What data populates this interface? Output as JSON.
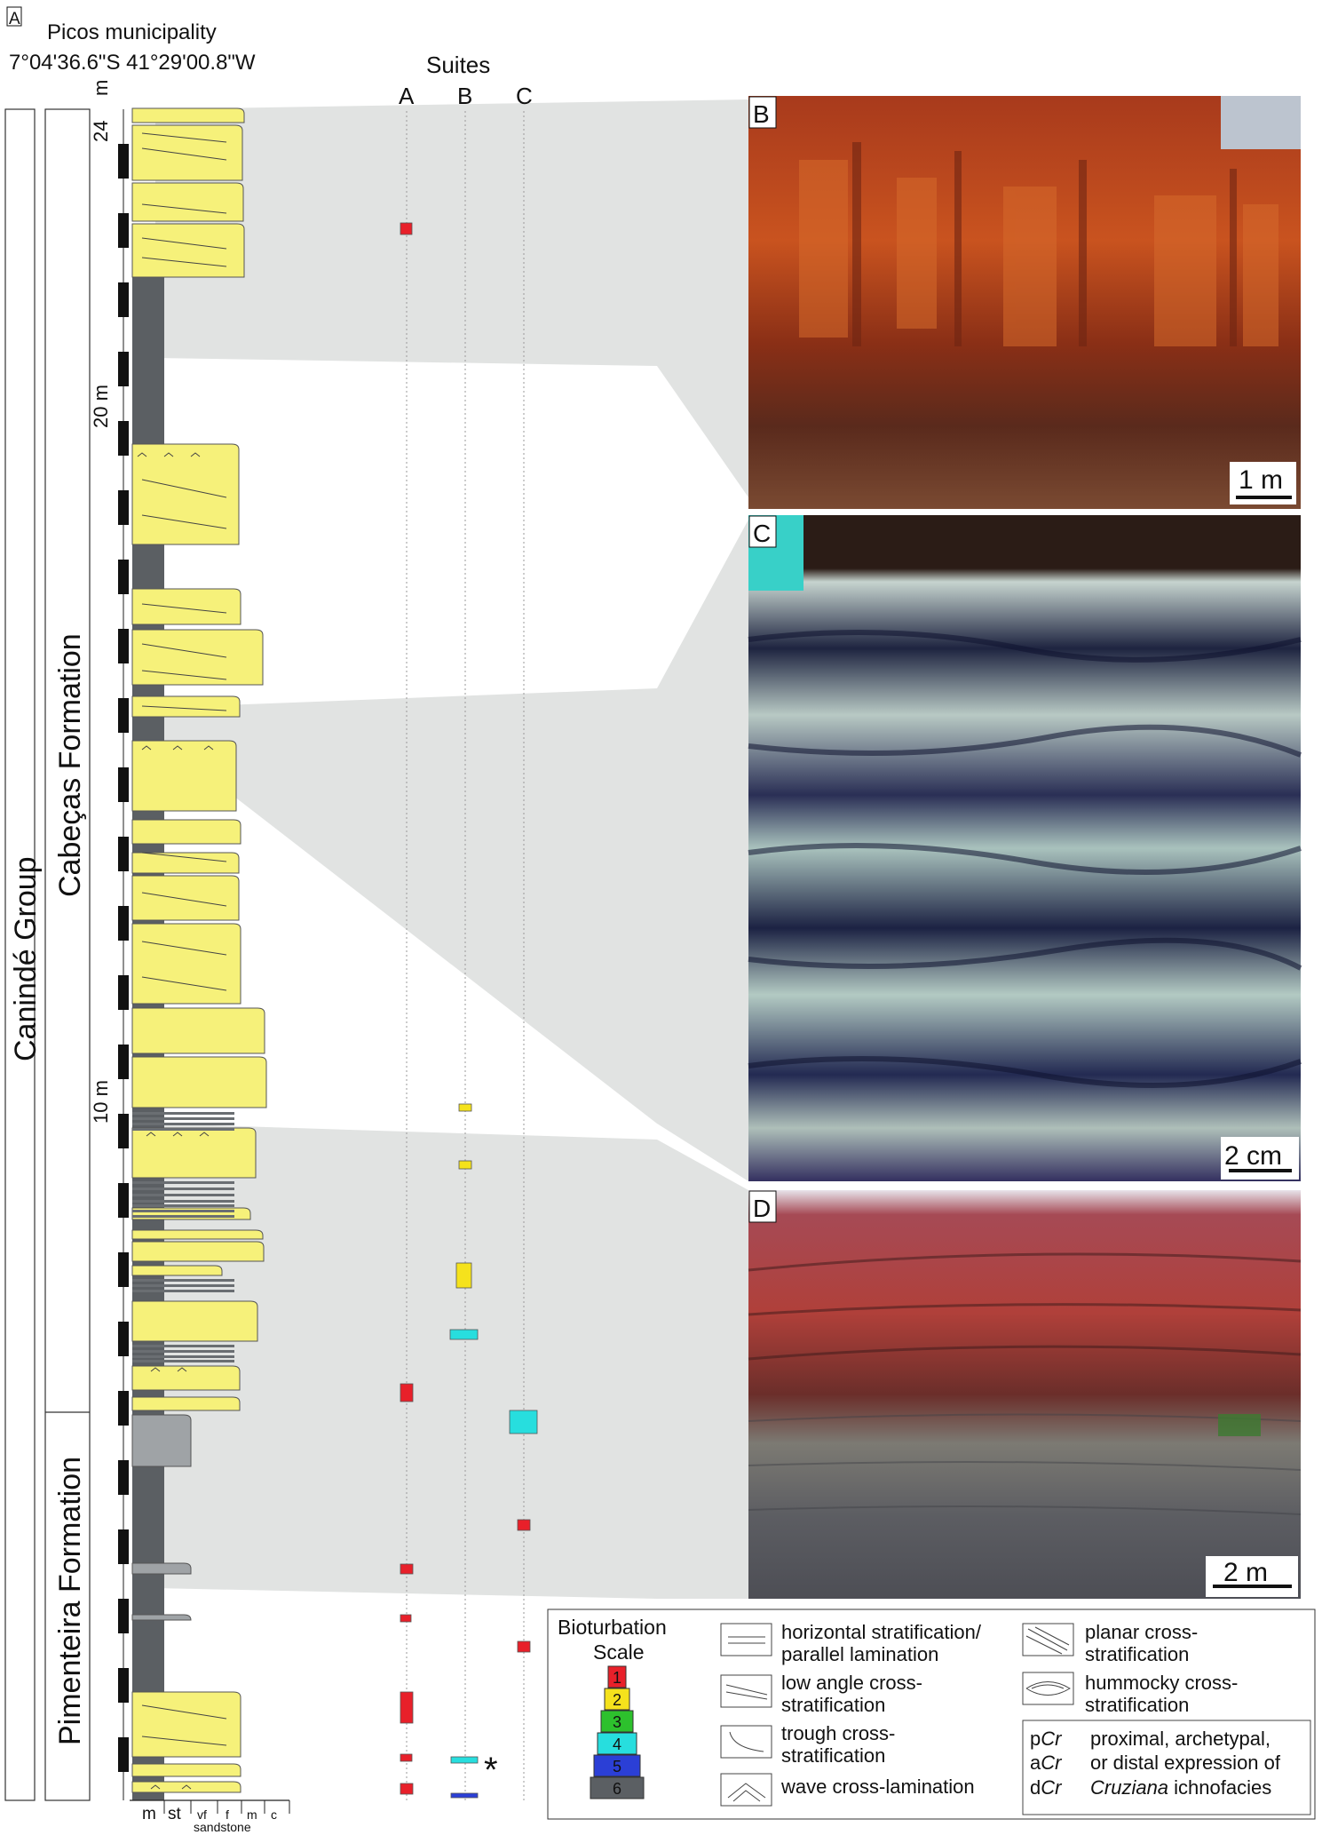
{
  "panel_a": {
    "label": "A",
    "locality": "Picos municipality",
    "coordinates": "7°04'36.6\"S 41°29'00.8\"W",
    "unit_label": "m",
    "ticks": [
      "24",
      "20 m",
      "10 m"
    ],
    "group": "Canindé Group",
    "formation_upper": "Cabeças Formation",
    "formation_lower": "Pimenteira Formation",
    "grain_size_labels": [
      "m",
      "st",
      "vf",
      "f",
      "m",
      "c"
    ],
    "grain_size_caption": "sandstone",
    "suites_title": "Suites",
    "suites": [
      "A",
      "B",
      "C"
    ],
    "asterisk": "*"
  },
  "photos": [
    {
      "label": "B",
      "scale": "1 m"
    },
    {
      "label": "C",
      "scale": "2 cm"
    },
    {
      "label": "D",
      "scale": "2 m"
    }
  ],
  "legend": {
    "bioturbation_title_1": "Bioturbation",
    "bioturbation_title_2": "Scale",
    "bi_levels": [
      {
        "n": "1",
        "color": "#e8202a"
      },
      {
        "n": "2",
        "color": "#f5e21c"
      },
      {
        "n": "3",
        "color": "#2dc12d"
      },
      {
        "n": "4",
        "color": "#27dede"
      },
      {
        "n": "5",
        "color": "#2b3fd6"
      },
      {
        "n": "6",
        "color": "#5b5f63"
      }
    ],
    "structures": [
      {
        "lines": [
          "horizontal stratification/",
          "parallel lamination"
        ]
      },
      {
        "lines": [
          "low angle cross-",
          "stratification"
        ]
      },
      {
        "lines": [
          "trough cross-",
          "stratification"
        ]
      },
      {
        "lines": [
          "wave cross-lamination"
        ]
      },
      {
        "lines": [
          "planar cross-",
          "stratification"
        ]
      },
      {
        "lines": [
          "hummocky cross-",
          "stratification"
        ]
      }
    ],
    "cruziana_prefixes": [
      "p",
      "a",
      "d"
    ],
    "cruziana_abbrev": "Cr",
    "cruziana_text": [
      "proximal, archetypal,",
      "or distal expression of"
    ],
    "cruziana_name": "Cruziana",
    "cruziana_suffix": "ichnofacies"
  }
}
